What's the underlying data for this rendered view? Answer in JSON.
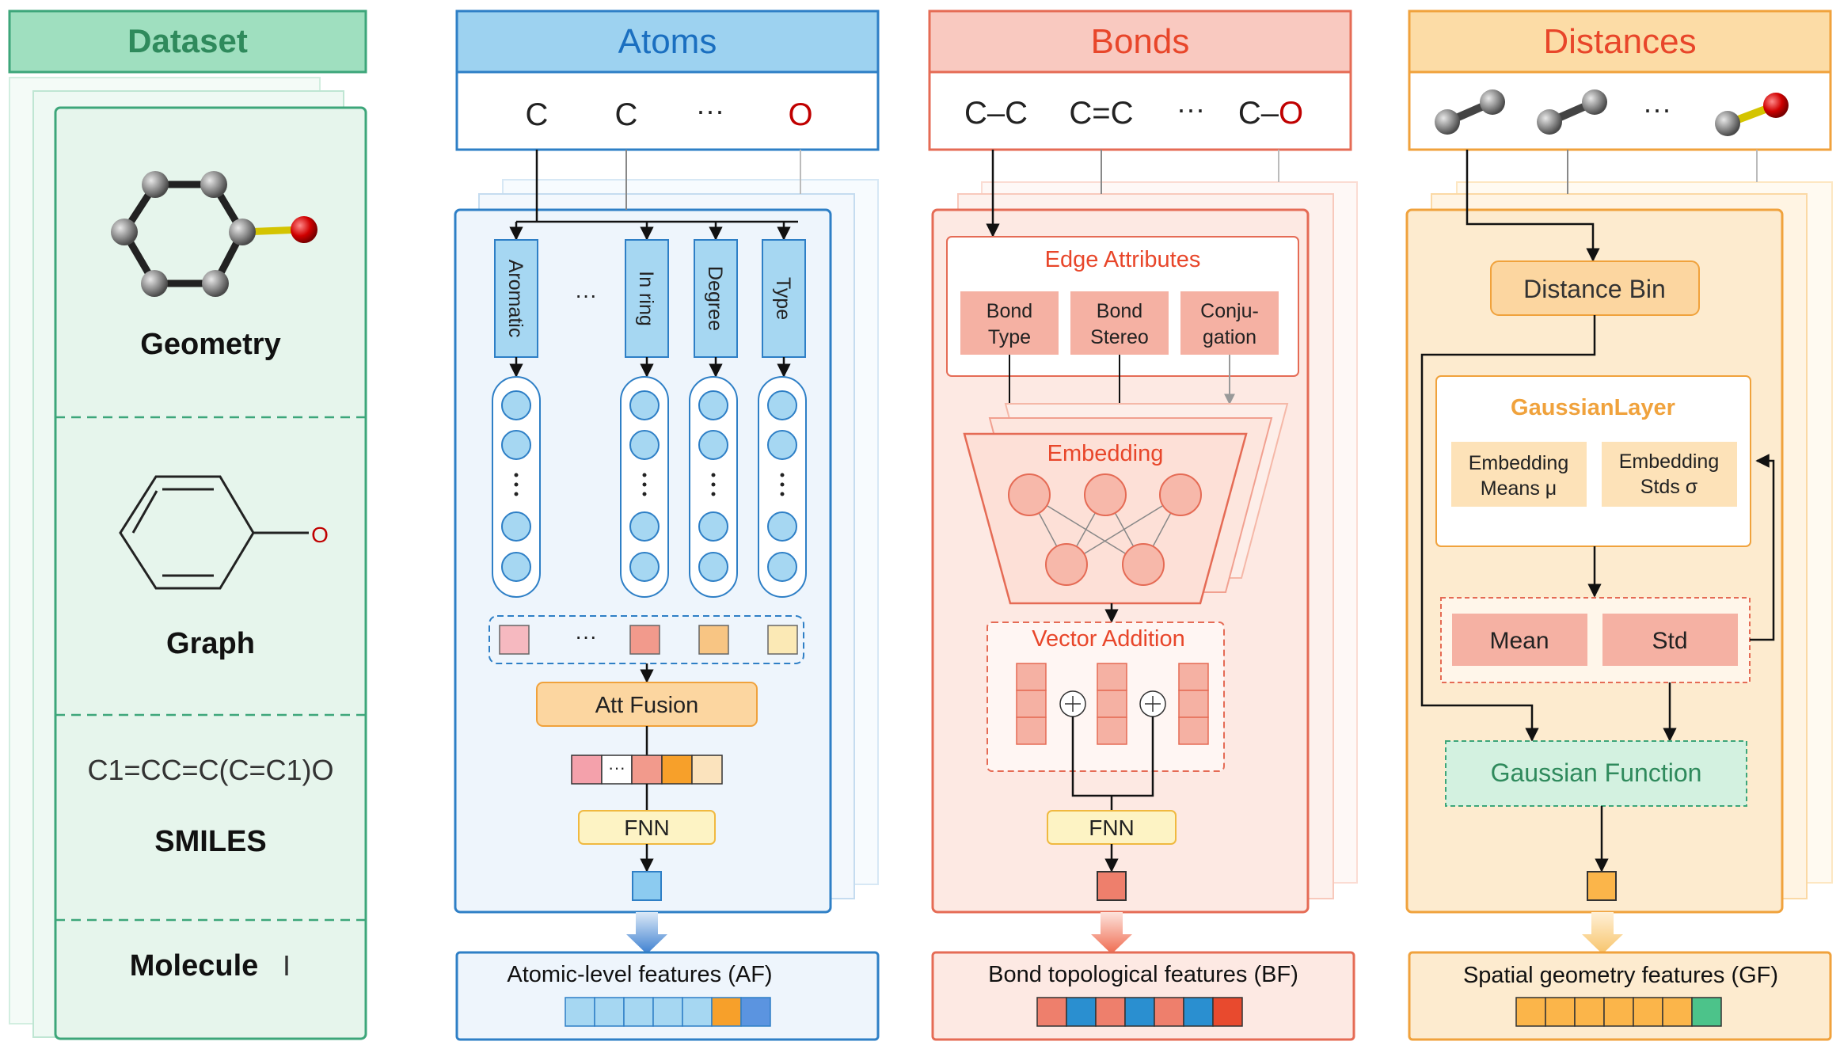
{
  "dataset": {
    "header": "Dataset",
    "geometry_label": "Geometry",
    "graph_label": "Graph",
    "smiles_string": "C1=CC=C(C=C1)O",
    "smiles_label": "SMILES",
    "molecule_label": "Molecule",
    "molecule_index": "I",
    "graph_atom": "O"
  },
  "atoms": {
    "header": "Atoms",
    "tokens": [
      "C",
      "C",
      "···",
      "O"
    ],
    "attributes": [
      "Aromatic",
      "···",
      "In ring",
      "Degree",
      "Type"
    ],
    "ellipsis": "···",
    "fusion_label": "Att Fusion",
    "fnn_label": "FNN",
    "output_label": "Atomic-level features (AF)"
  },
  "bonds": {
    "header": "Bonds",
    "tokens": [
      "C–C",
      "C=C",
      "···"
    ],
    "token_last_left": "C–",
    "token_last_right": "O",
    "edge_title": "Edge Attributes",
    "edge_boxes": [
      {
        "line1": "Bond",
        "line2": "Type"
      },
      {
        "line1": "Bond",
        "line2": "Stereo"
      },
      {
        "line1": "Conju-",
        "line2": "gation"
      }
    ],
    "embedding_title": "Embedding",
    "vector_title": "Vector Addition",
    "fnn_label": "FNN",
    "output_label": "Bond topological features (BF)"
  },
  "distances": {
    "header": "Distances",
    "ellipsis": "···",
    "bin_label": "Distance Bin",
    "gaussian_layer_title": "GaussianLayer",
    "means_line1": "Embedding",
    "means_line2": "Means μ",
    "stds_line1": "Embedding",
    "stds_line2": "Stds σ",
    "mean_label": "Mean",
    "std_label": "Std",
    "function_label": "Gaussian Function",
    "output_label": "Spatial geometry features (GF)"
  },
  "colors": {
    "dataset_green": "#2f9e6a",
    "atoms_blue": "#1a75c4",
    "bonds_red": "#e8462a",
    "distances_orange": "#e8462a",
    "oxygen_red": "#c00000"
  }
}
